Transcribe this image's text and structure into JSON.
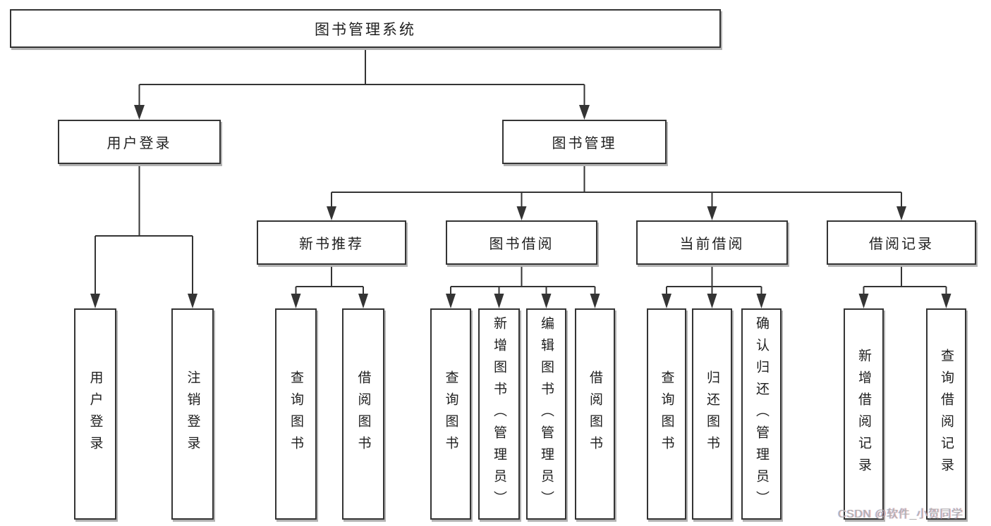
{
  "root": "图书管理系统",
  "level2": {
    "user_login": "用户登录",
    "book_mgmt": "图书管理"
  },
  "level3": {
    "new_books": "新书推荐",
    "borrow": "图书借阅",
    "current": "当前借阅",
    "records": "借阅记录"
  },
  "leaves": {
    "user_login": [
      "用户登录",
      "注销登录"
    ],
    "new_books": [
      "查询图书",
      "借阅图书"
    ],
    "borrow": [
      "查询图书",
      "新增图书（管理员）",
      "编辑图书（管理员）",
      "借阅图书"
    ],
    "current": [
      "查询图书",
      "归还图书",
      "确认归还（管理员）"
    ],
    "records": [
      "新增借阅记录",
      "查询借阅记录"
    ]
  },
  "watermark": "CSDN @软件_小贺同学",
  "colors": {
    "line": "#343434",
    "text": "#1f1f1f",
    "background": "#ffffff",
    "box_shadow": "#b3b3b3",
    "watermark": "#b0b0b0"
  }
}
